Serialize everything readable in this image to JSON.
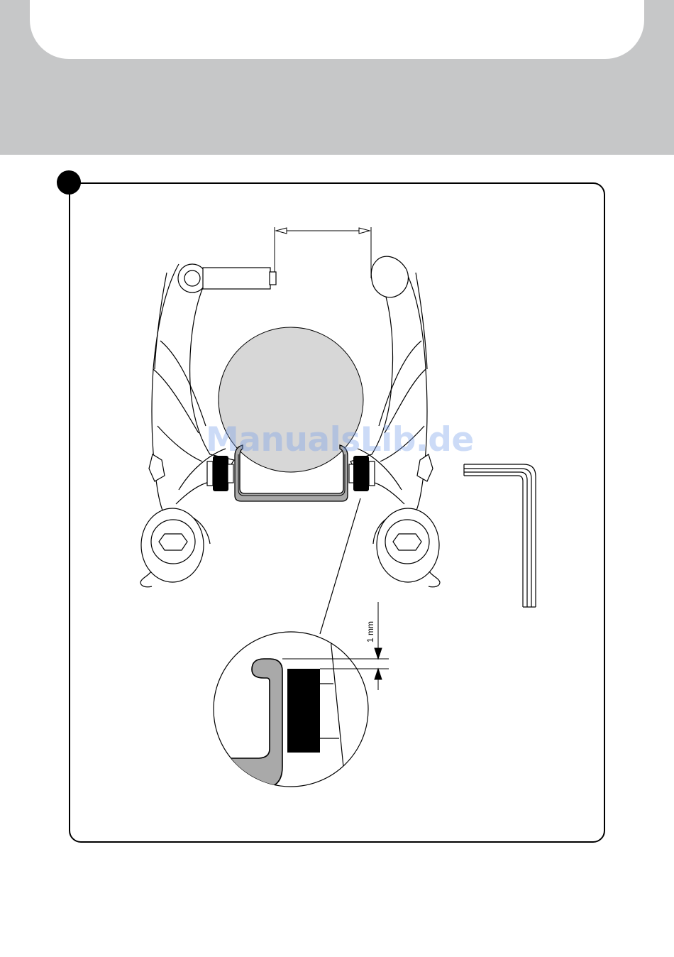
{
  "header": {
    "band_color": "#c6c7c8",
    "card_color": "#ffffff"
  },
  "figure": {
    "step_marker_color": "#000000",
    "wheel_fill": "#d7d7d7",
    "rim_fill": "#a9a9a9",
    "brake_pad_color": "#000000",
    "tool": "allen-key",
    "detail": {
      "gap_label": "1 mm"
    }
  },
  "watermark": {
    "text": "ManualsLib.de",
    "color": "#7aa0eb"
  }
}
